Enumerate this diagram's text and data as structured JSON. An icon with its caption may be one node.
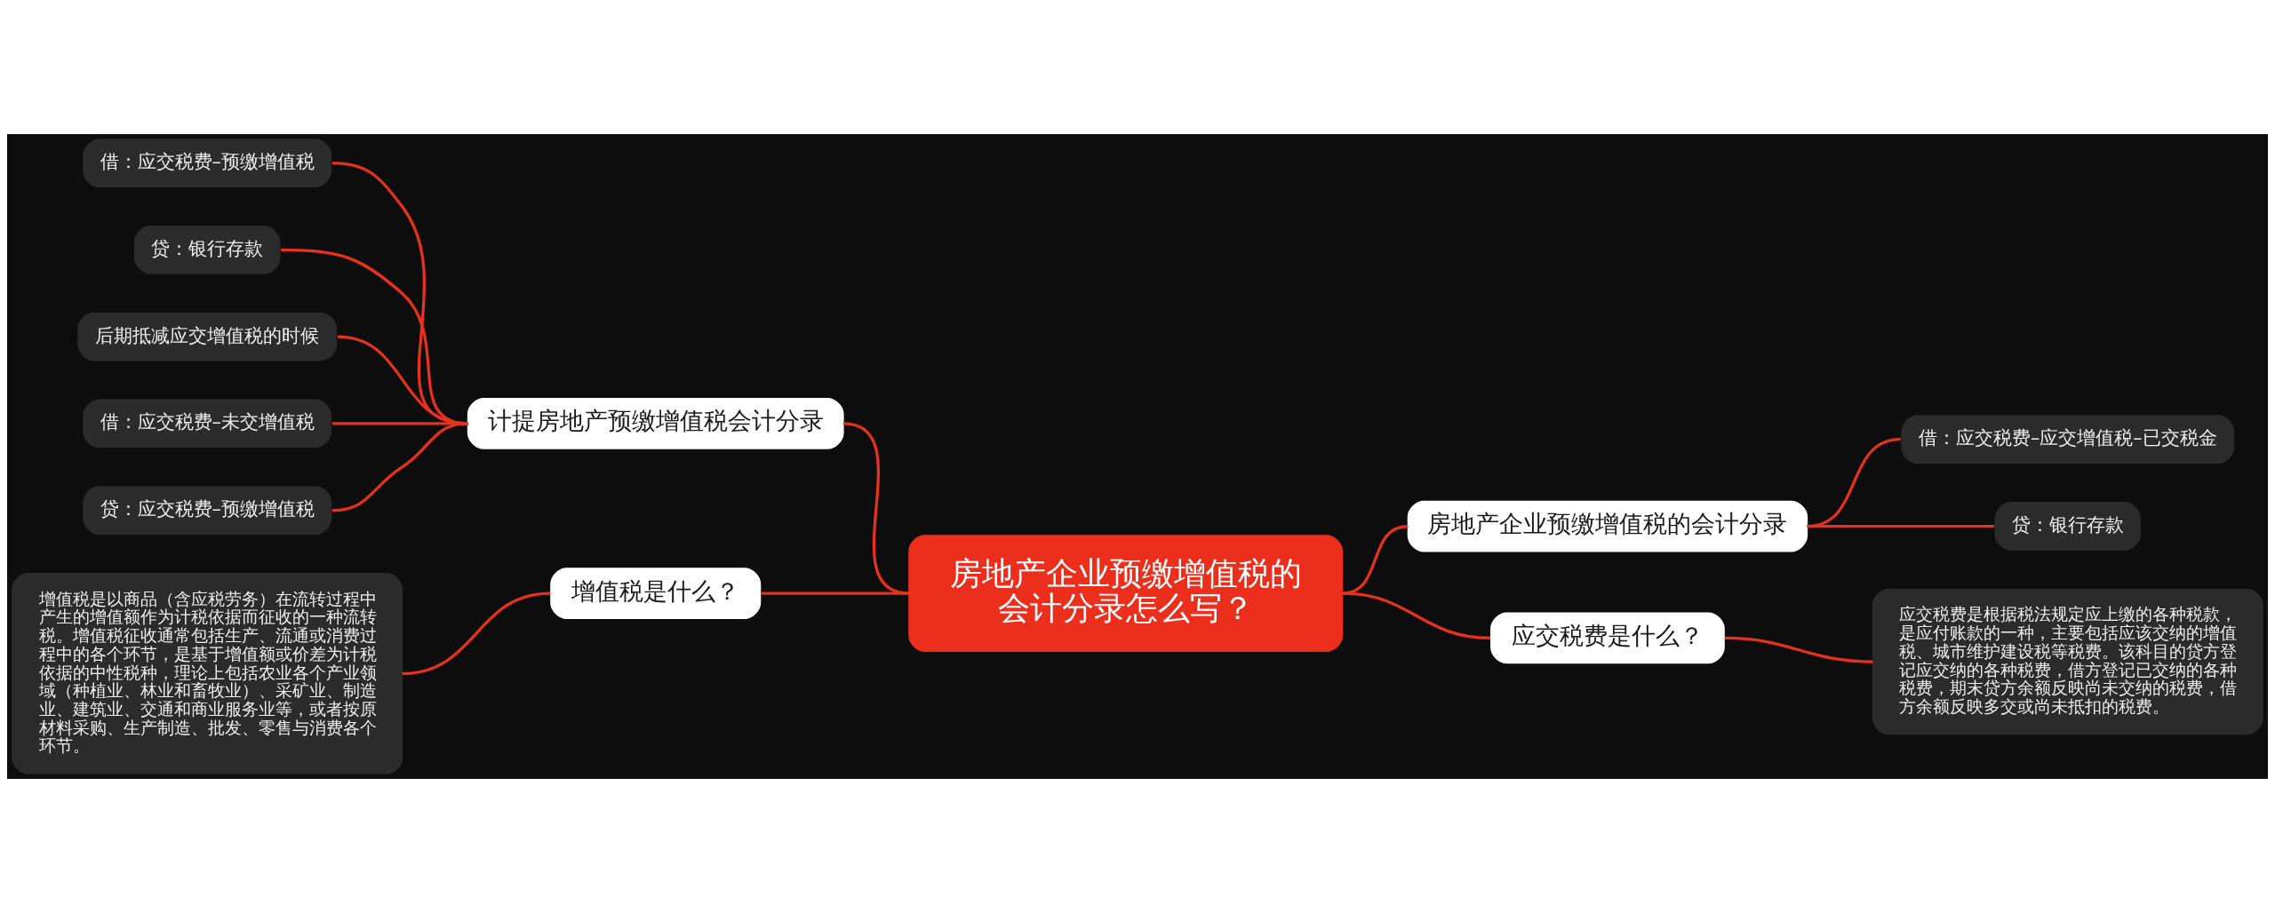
{
  "diagram": {
    "nodes": [
      {
        "text": [
          "房地产企业预缴增值税的会计分录怎么写？"
        ]
      },
      {
        "text": [
          "计提房地产预缴增值税会计分录"
        ]
      },
      {
        "text": [
          "借：应交税费–预缴增值税"
        ]
      },
      {
        "text": [
          "贷：银行存款"
        ]
      },
      {
        "text": [
          "后期抵减应交增值税的时候"
        ]
      },
      {
        "text": [
          "借：应交税费–未交增值税"
        ]
      },
      {
        "text": [
          "贷：应交税费–预缴增值税"
        ]
      },
      {
        "text": [
          "增值税是什么？"
        ]
      },
      {
        "text": [
          "增值税是以商品（含应税劳务）在流转过程中产生的增值额作为计税依据而征收的一种流转税。增值税征收通常包括生产、流通或消费过程中的各个环节，是基于增值额或价差为计税依据的中性税种，理论上包括农业各个产业领域（种植业、林业和畜牧业）、采矿业、制造业、建筑业、交通和商业服务业等，或者按原材料采购、生产制造、批发、零售与消费各个环节。"
        ]
      },
      {
        "text": [
          "房地产企业预缴增值税的会计分录"
        ]
      },
      {
        "text": [
          "借：应交税费–应交增值税–已交税金"
        ]
      },
      {
        "text": [
          "贷：银行存款"
        ]
      },
      {
        "text": [
          "应交税费是什么？"
        ]
      },
      {
        "text": [
          "应交税费是根据税法规定应上缴的各种税款，是应付账款的一种，主要包括应该交纳的增值税、城市维护建设税等税费。该科目的贷方登记应交纳的各种税费，借方登记已交纳的各种税费，期末贷方余额反映尚未交纳的税费，借方余额反映多交或尚未抵扣的税费。"
        ]
      }
    ],
    "edges": [
      {
        "from": 0,
        "to": 1,
        "arrow": "none"
      },
      {
        "from": 1,
        "to": 2,
        "arrow": "none"
      },
      {
        "from": 1,
        "to": 3,
        "arrow": "none"
      },
      {
        "from": 1,
        "to": 4,
        "arrow": "none"
      },
      {
        "from": 1,
        "to": 5,
        "arrow": "none"
      },
      {
        "from": 1,
        "to": 6,
        "arrow": "none"
      },
      {
        "from": 0,
        "to": 7,
        "arrow": "none"
      },
      {
        "from": 7,
        "to": 8,
        "arrow": "none"
      },
      {
        "from": 0,
        "to": 9,
        "arrow": "none"
      },
      {
        "from": 9,
        "to": 10,
        "arrow": "none"
      },
      {
        "from": 9,
        "to": 11,
        "arrow": "none"
      },
      {
        "from": 0,
        "to": 12,
        "arrow": "none"
      },
      {
        "from": 12,
        "to": 13,
        "arrow": "none"
      }
    ]
  }
}
